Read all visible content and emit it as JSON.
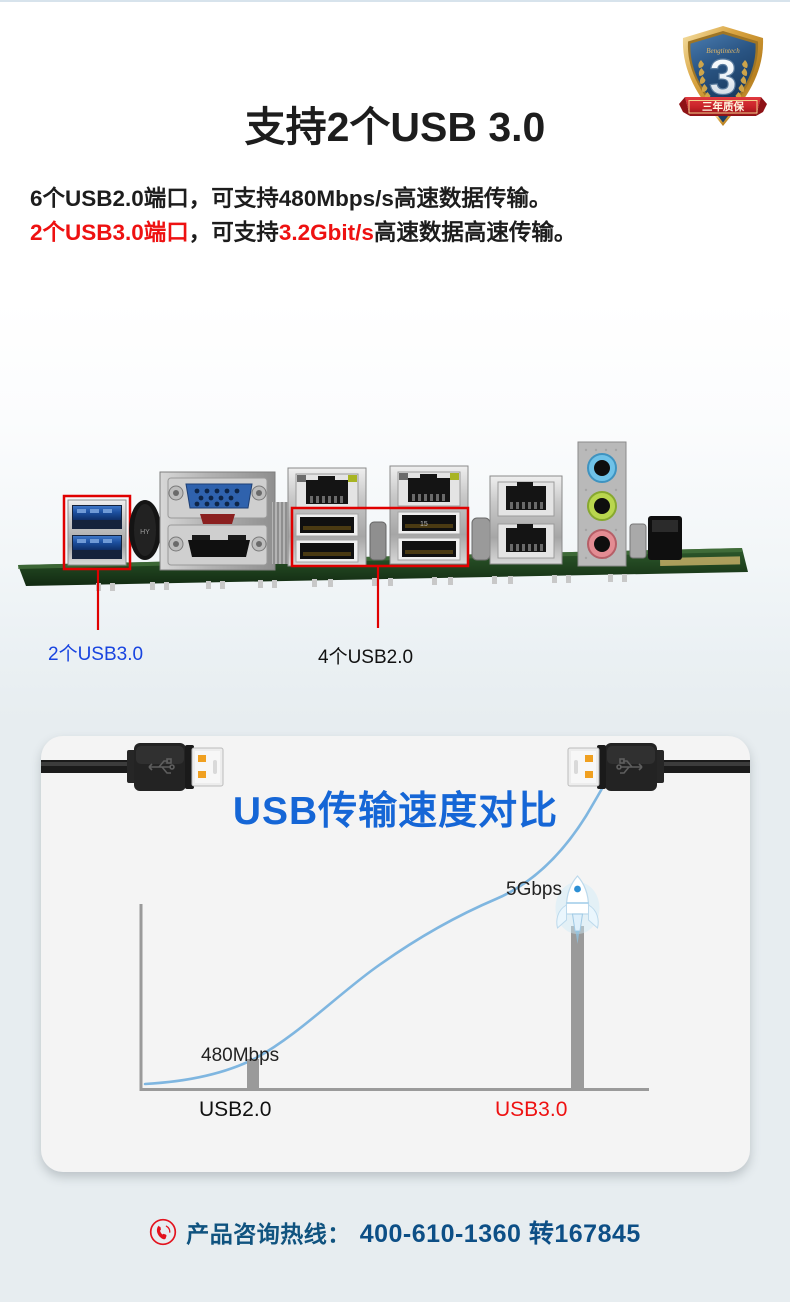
{
  "page": {
    "background_color": "#e7edf0",
    "top_background_color": "#ffffff"
  },
  "badge": {
    "name": "three-year-warranty-badge",
    "number": "3",
    "ribbon_text": "三年质保",
    "brand_text": "Bengtintech",
    "shield_color": "#2a5584",
    "gold_color": "#d9a441",
    "ribbon_color": "#c62127"
  },
  "headline": {
    "text": "支持2个USB 3.0",
    "color": "#1d1d1d"
  },
  "subcopy": {
    "line1": "6个USB2.0端口，可支持480Mbps/s高速数据传输。",
    "line2_parts": [
      {
        "text": "2个USB3.0端口",
        "color": "red"
      },
      {
        "text": "，可支持",
        "color": "black"
      },
      {
        "text": "3.2Gbit/s",
        "color": "red"
      },
      {
        "text": "高速数据高速传输。",
        "color": "black"
      }
    ],
    "red_color": "#ee1111",
    "black_color": "#1d1d1d"
  },
  "board": {
    "image_name": "motherboard-rear-io-panel",
    "callouts": [
      {
        "label": "2个USB3.0",
        "color": "#1844e0",
        "highlight_color": "#e00000"
      },
      {
        "label": "4个USB2.0",
        "color": "#111111",
        "highlight_color": "#e00000"
      }
    ],
    "ports": {
      "usb30_count": 2,
      "usb20_count": 4,
      "vga": 1,
      "hdmi": 1,
      "rj45": 3,
      "audio_jacks": [
        "blue",
        "green",
        "pink"
      ]
    }
  },
  "card": {
    "title": "USB传输速度对比",
    "title_color": "#1566d6",
    "background_color": "#f4f4f4",
    "left_cable_name": "usb-cable-left",
    "right_cable_name": "usb-cable-right"
  },
  "chart_data": {
    "type": "bar",
    "title": "USB传输速度对比",
    "xlabel": "",
    "ylabel": "",
    "categories": [
      "USB2.0",
      "USB3.0"
    ],
    "values": [
      0.48,
      5
    ],
    "value_labels": [
      "480Mbps",
      "5Gbps"
    ],
    "units": "Gbps",
    "ylim": [
      0,
      6
    ],
    "grid": false,
    "legend": false,
    "bar_color": "#9a9a9a",
    "trend_line": {
      "name": "growth-curve",
      "color": "#7fb6e0",
      "points": [
        [
          0,
          0.05
        ],
        [
          0.12,
          0.08
        ],
        [
          0.25,
          0.35
        ],
        [
          0.4,
          1.2
        ],
        [
          0.55,
          2.3
        ],
        [
          0.7,
          3.4
        ],
        [
          0.82,
          4.4
        ],
        [
          0.9,
          5.0
        ],
        [
          1.0,
          6.2
        ]
      ]
    },
    "category_label_colors": [
      "#111111",
      "#ee1111"
    ],
    "annotations": [
      {
        "text": "480Mbps",
        "at": "USB2.0"
      },
      {
        "text": "5Gbps",
        "at": "USB3.0"
      }
    ],
    "icons": [
      {
        "name": "rocket-icon",
        "at": "USB3.0"
      }
    ]
  },
  "hotline": {
    "icon_name": "phone-icon",
    "icon_color": "#e3131e",
    "label": "产品咨询热线：",
    "number": "400-610-1360 转167845",
    "label_color": "#10537f",
    "number_color": "#0d4f86"
  }
}
